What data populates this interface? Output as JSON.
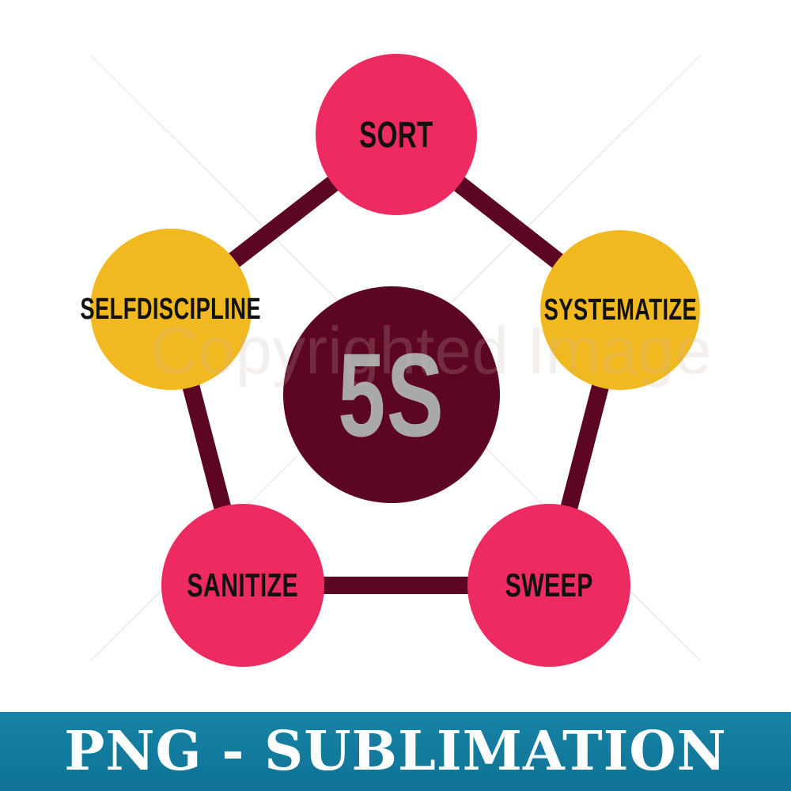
{
  "diagram": {
    "center_label": "5S",
    "nodes": {
      "sort": "SORT",
      "systematize": "SYSTEMATIZE",
      "sweep": "SWEEP",
      "sanitize": "SANITIZE",
      "selfdiscipline": "SELFDISCIPLINE"
    }
  },
  "watermark": "Copyrighted Image",
  "banner": {
    "text": "PNG - SUBLIMATION"
  },
  "colors": {
    "pink": "#ee2b60",
    "yellow": "#f2b81f",
    "maroon": "#5c0623",
    "center_text": "#a9a9a9",
    "banner_blue": "#1783a6"
  }
}
